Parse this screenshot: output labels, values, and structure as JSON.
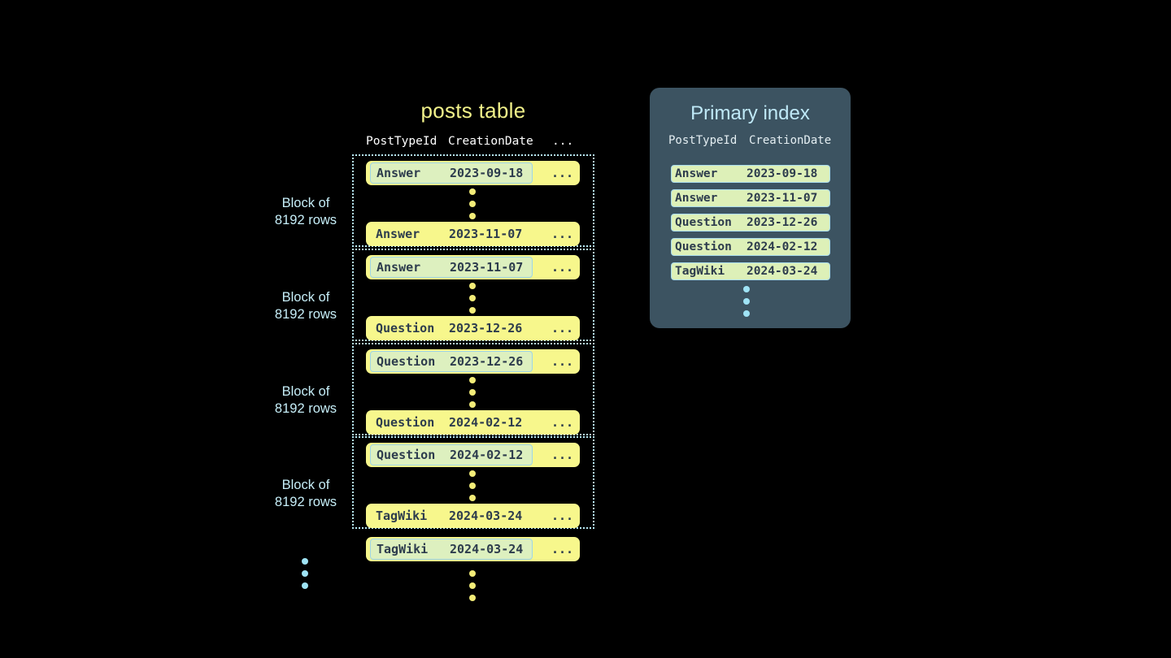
{
  "posts_table": {
    "title": "posts table",
    "columns": [
      "PostTypeId",
      "CreationDate",
      "..."
    ],
    "ellipsis_cell": "...",
    "block_label_line1": "Block of",
    "block_label_line2": "8192 rows",
    "blocks": [
      {
        "label_line1": "Block of",
        "label_line2": "8192 rows",
        "first_row": {
          "post_type_id": "Answer",
          "creation_date": "2023-09-18",
          "highlighted": true
        },
        "last_row": {
          "post_type_id": "Answer",
          "creation_date": "2023-11-07",
          "highlighted": false
        }
      },
      {
        "label_line1": "Block of",
        "label_line2": "8192 rows",
        "first_row": {
          "post_type_id": "Answer",
          "creation_date": "2023-11-07",
          "highlighted": true
        },
        "last_row": {
          "post_type_id": "Question",
          "creation_date": "2023-12-26",
          "highlighted": false
        }
      },
      {
        "label_line1": "Block of",
        "label_line2": "8192 rows",
        "first_row": {
          "post_type_id": "Question",
          "creation_date": "2023-12-26",
          "highlighted": true
        },
        "last_row": {
          "post_type_id": "Question",
          "creation_date": "2024-02-12",
          "highlighted": false
        }
      },
      {
        "label_line1": "Block of",
        "label_line2": "8192 rows",
        "first_row": {
          "post_type_id": "Question",
          "creation_date": "2024-02-12",
          "highlighted": true
        },
        "last_row": {
          "post_type_id": "TagWiki",
          "creation_date": "2024-03-24",
          "highlighted": false
        }
      }
    ],
    "trailing_row": {
      "post_type_id": "TagWiki",
      "creation_date": "2024-03-24",
      "highlighted": true
    }
  },
  "primary_index": {
    "title": "Primary index",
    "columns": [
      "PostTypeId",
      "CreationDate"
    ],
    "rows": [
      {
        "post_type_id": "Answer",
        "creation_date": "2023-09-18"
      },
      {
        "post_type_id": "Answer",
        "creation_date": "2023-11-07"
      },
      {
        "post_type_id": "Question",
        "creation_date": "2023-12-26"
      },
      {
        "post_type_id": "Question",
        "creation_date": "2024-02-12"
      },
      {
        "post_type_id": "TagWiki",
        "creation_date": "2024-03-24"
      }
    ]
  },
  "colors": {
    "background": "#000000",
    "row_yellow": "#f7f78c",
    "highlight_green": "#ddf0b8",
    "highlight_border": "#a9dced",
    "block_border": "#b6e7f2",
    "title_yellow": "#f2f28a",
    "label_blue": "#c6eef8",
    "panel_bg": "#3c5361",
    "panel_title": "#bfe9f7",
    "text_dark": "#2d3c4d",
    "dot_yellow": "#f2ec78",
    "dot_blue": "#9fe3f5"
  }
}
